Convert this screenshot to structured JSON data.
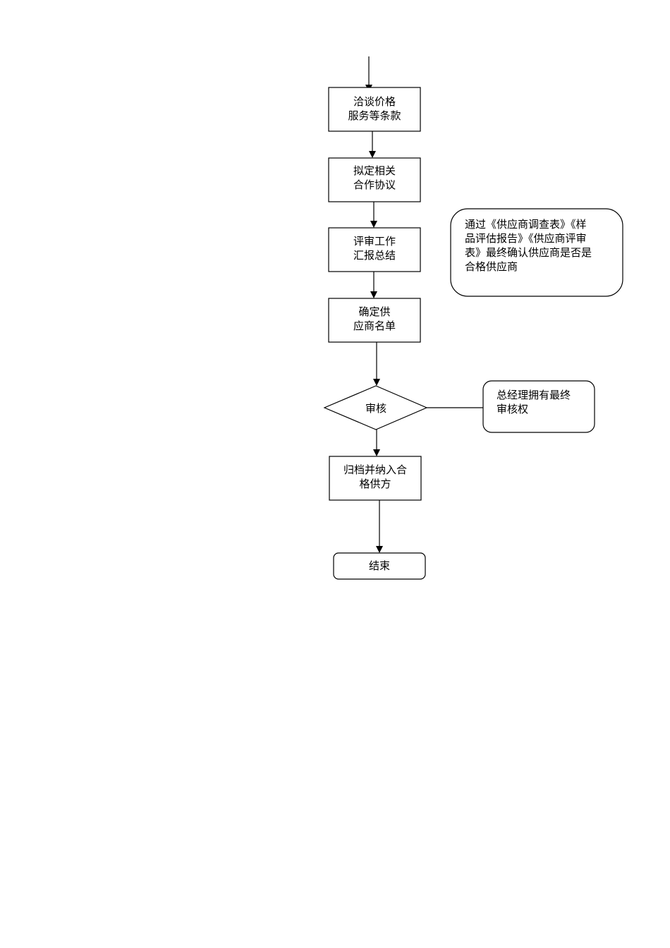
{
  "flowchart": {
    "steps": {
      "negotiate": [
        "洽谈价格",
        "服务等条款"
      ],
      "draft": [
        "拟定相关",
        "合作协议"
      ],
      "review_report": [
        "评审工作",
        "汇报总结"
      ],
      "confirm_list": [
        "确定供",
        "应商名单"
      ],
      "approve": "审核",
      "archive": [
        "归档并纳入合",
        "格供方"
      ],
      "end": "结束"
    },
    "notes": {
      "confirmation": [
        "通过《供应商调查表》《样",
        "品评估报告》《供应商评审",
        "表》最终确认供应商是否是",
        "合格供应商"
      ],
      "authority": [
        "总经理拥有最终",
        "审核权"
      ]
    }
  }
}
